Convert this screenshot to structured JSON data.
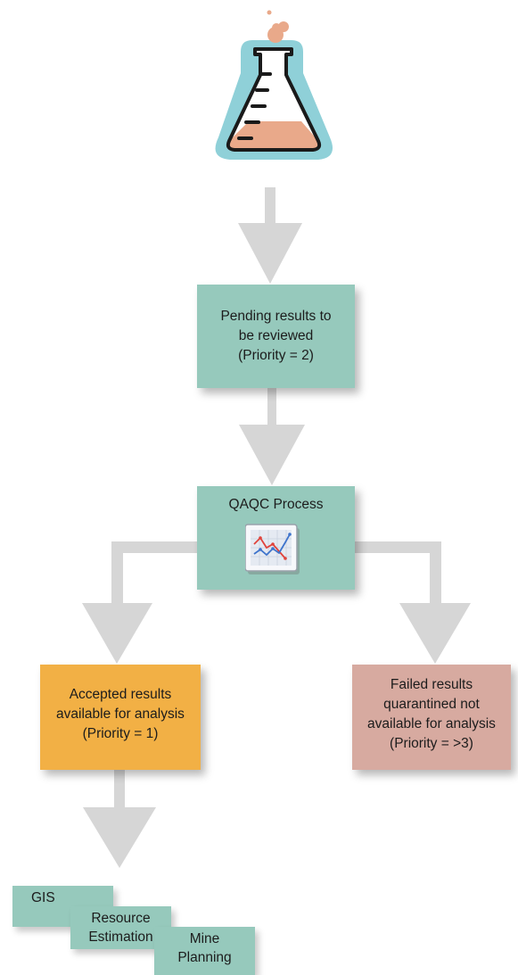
{
  "icons": {
    "flask": "flask-icon",
    "chart": "line-chart-icon"
  },
  "colors": {
    "arrow": "#d6d6d6",
    "teal_box": "#96c9bc",
    "accepted_box": "#f2b045",
    "failed_box": "#d7aaa0",
    "flask_liquid": "#e9a98a",
    "flask_glow": "#8fd0d8"
  },
  "nodes": {
    "pending": {
      "lines": [
        "Pending results to",
        "be reviewed",
        "(Priority = 2)"
      ]
    },
    "qaqc": {
      "lines": [
        "QAQC Process"
      ]
    },
    "accepted": {
      "lines": [
        "Accepted results",
        "available for analysis",
        "(Priority = 1)"
      ]
    },
    "failed": {
      "lines": [
        "Failed results",
        "quarantined not",
        "available for analysis",
        "(Priority = >3)"
      ]
    },
    "gis": {
      "lines": [
        "GIS"
      ]
    },
    "resource": {
      "lines": [
        "Resource",
        "Estimation"
      ]
    },
    "mine": {
      "lines": [
        "Mine",
        "Planning"
      ]
    }
  }
}
